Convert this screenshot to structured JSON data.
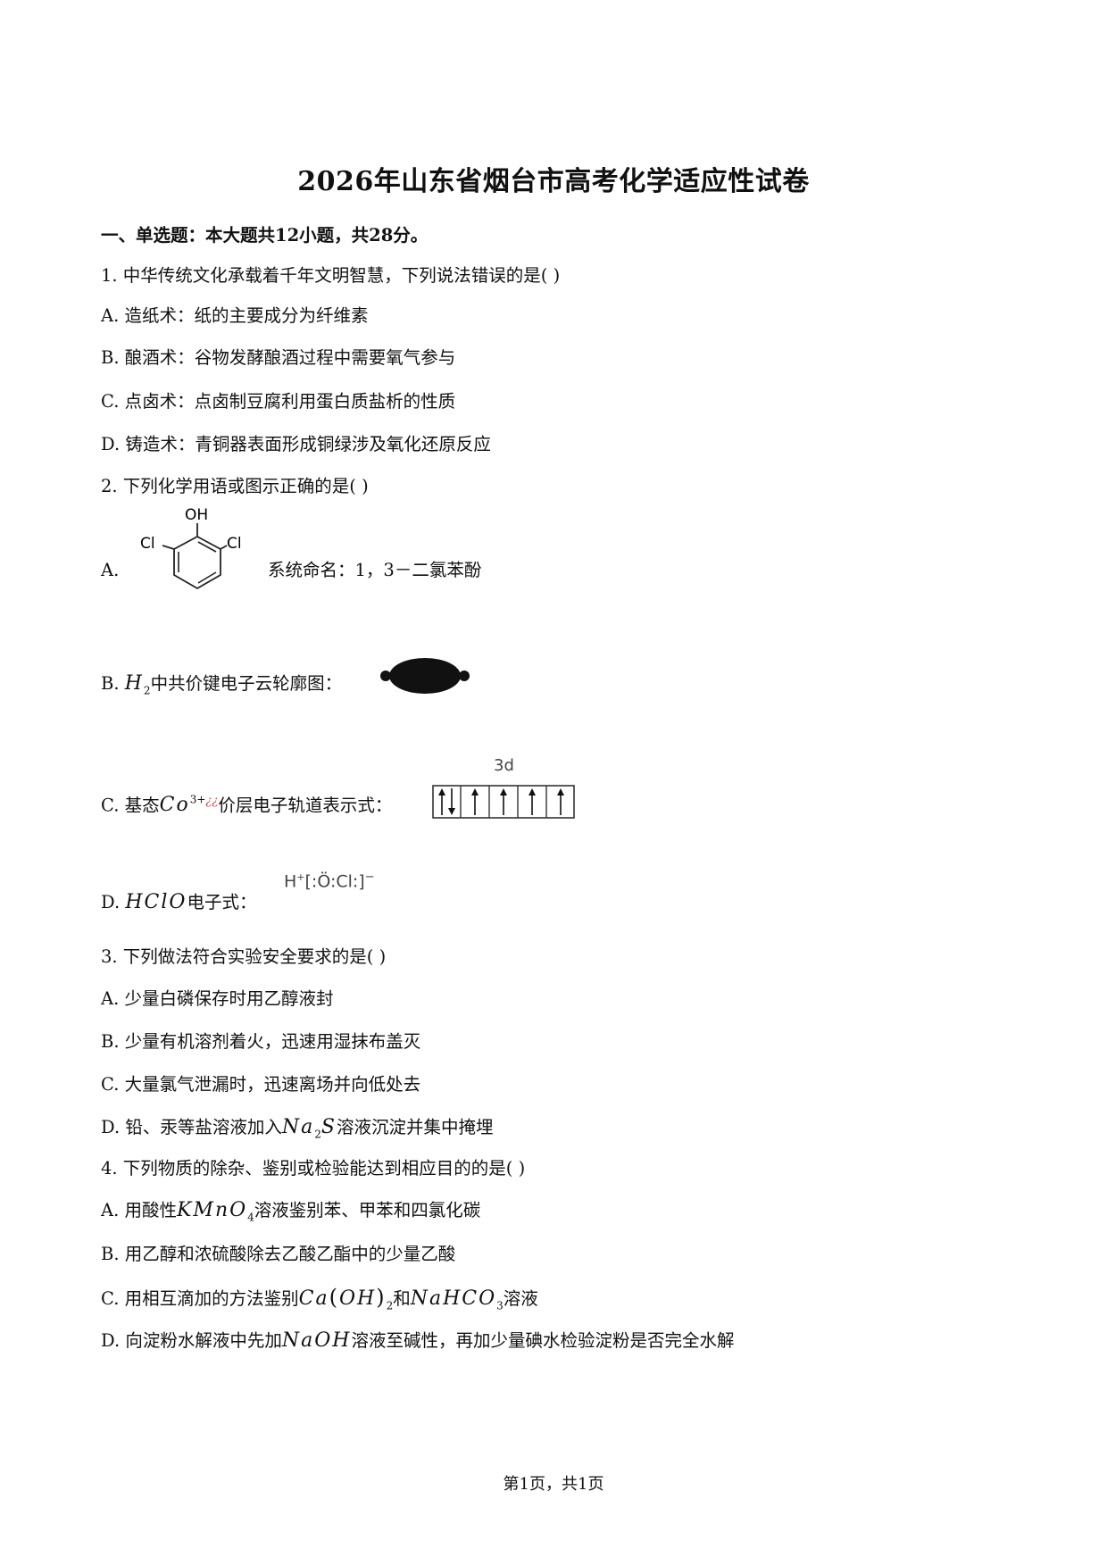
{
  "title": "2026年山东省烟台市高考化学适应性试卷",
  "section1": "一、单选题：本大题共12小题，共28分。",
  "q1": {
    "stem": "1. 中华传统文化承载着千年文明智慧，下列说法错误的是(    )",
    "a": "A. 造纸术：纸的主要成分为纤维素",
    "b": "B. 酿酒术：谷物发酵酿酒过程中需要氧气参与",
    "c": "C. 点卤术：点卤制豆腐利用蛋白质盐析的性质",
    "d": "D. 铸造术：青铜器表面形成铜绿涉及氧化还原反应"
  },
  "q2": {
    "stem": "2. 下列化学用语或图示正确的是(    )",
    "a_label": "A.",
    "a_oh": "OH",
    "a_cl_left": "Cl",
    "a_cl_right": "Cl",
    "a_text": "系统命名：1，3－二氯苯酚",
    "b_label": "B.",
    "b_h": "H",
    "b_sub": "2",
    "b_text": "中共价键电子云轮廓图：",
    "c_label": "C. 基态",
    "c_co": "Co",
    "c_sup": "3+",
    "c_marks": "¿¿",
    "c_text": "价层电子轨道表示式：",
    "c_orbital_label": "3d",
    "d_label": "D.",
    "d_formula": "HClO",
    "d_text": "电子式：",
    "d_h": "H",
    "d_plus": "+",
    "d_bracket": "[:Ö:Cl:]",
    "d_minus": "−"
  },
  "q3": {
    "stem": "3. 下列做法符合实验安全要求的是(    )",
    "a": "A. 少量白磷保存时用乙醇液封",
    "b": "B. 少量有机溶剂着火，迅速用湿抹布盖灭",
    "c": "C. 大量氯气泄漏时，迅速离场并向低处去",
    "d_pre": "D. 铅、汞等盐溶液加入",
    "d_na": "Na",
    "d_sub": "2",
    "d_s": "S",
    "d_post": "溶液沉淀并集中掩埋"
  },
  "q4": {
    "stem": "4. 下列物质的除杂、鉴别或检验能达到相应目的的是(    )",
    "a_pre": "A. 用酸性",
    "a_f": "KMnO",
    "a_sub": "4",
    "a_post": "溶液鉴别苯、甲苯和四氯化碳",
    "b": "B. 用乙醇和浓硫酸除去乙酸乙酯中的少量乙酸",
    "c_pre": "C. 用相互滴加的方法鉴别",
    "c_ca": "Ca",
    "c_lp": "(",
    "c_oh": "OH",
    "c_rp": ")",
    "c_sub1": "2",
    "c_and": "和",
    "c_nahco": "NaHCO",
    "c_sub2": "3",
    "c_post": "溶液",
    "d_pre": "D. 向淀粉水解液中先加",
    "d_naoh": "NaOH",
    "d_post": "溶液至碱性，再加少量碘水检验淀粉是否完全水解"
  },
  "footer": "第1页，共1页"
}
